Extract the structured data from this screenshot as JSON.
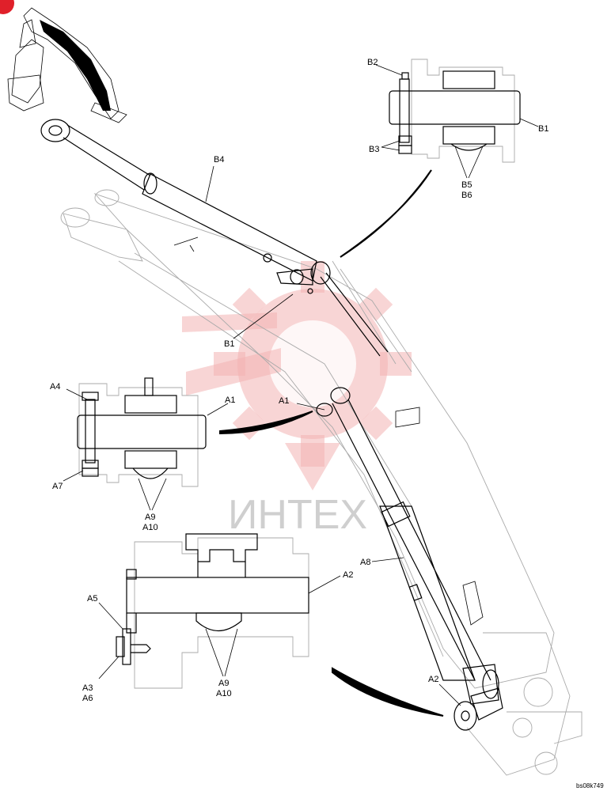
{
  "labels": {
    "b2": "B2",
    "b1_top": "B1",
    "b3": "B3",
    "b5": "B5",
    "b6": "B6",
    "b4": "B4",
    "b1_main": "B1",
    "a4": "A4",
    "a1_detail": "A1",
    "a1_main": "A1",
    "a7": "A7",
    "a9_top": "A9",
    "a10_top": "A10",
    "a8": "A8",
    "a2_detail": "A2",
    "a5": "A5",
    "a3": "A3",
    "a6": "A6",
    "a9_bottom": "A9",
    "a10_bottom": "A10",
    "a2_main": "A2"
  },
  "watermark": {
    "text": "ИНТЕХ",
    "color": "#f2b3b3"
  },
  "reference_code": "bs08k749",
  "badge_color": "#e0202a"
}
